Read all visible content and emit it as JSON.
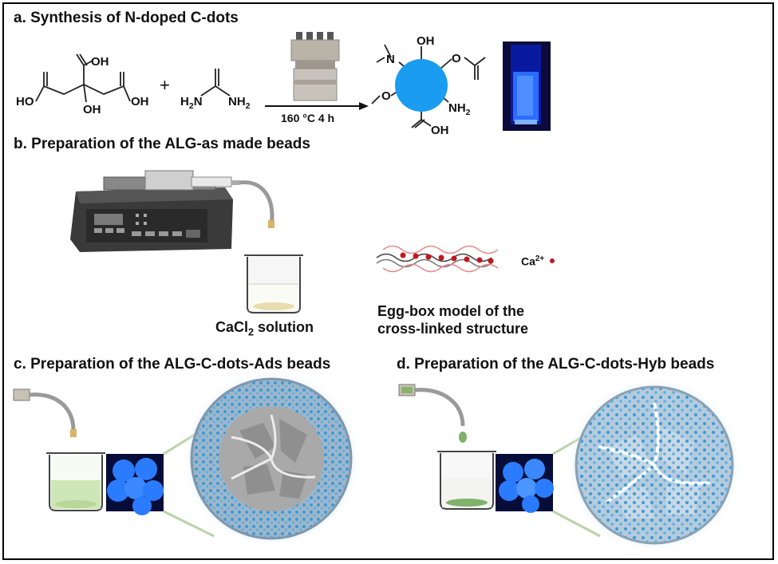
{
  "sections": {
    "a_title": "a. Synthesis of N-doped C-dots",
    "b_title": "b. Preparation of the ALG-as made beads",
    "c_title": "c. Preparation of the ALG-C-dots-Ads beads",
    "d_title": "d. Preparation of the ALG-C-dots-Hyb beads"
  },
  "synthesis": {
    "citric_oh_top": "OH",
    "citric_ho_left": "HO",
    "citric_oh_right": "OH",
    "citric_oh_bottom": "OH",
    "plus": "+",
    "urea_h2n": "H",
    "urea_h2n_sub": "2",
    "urea_h2n_n": "N",
    "urea_nh2_n": "NH",
    "urea_nh2_sub": "2",
    "condition": "160 °C  4 h",
    "cdot_oh_top": "OH",
    "cdot_n": "N",
    "cdot_o_right": "O",
    "cdot_o_left": "O",
    "cdot_nh2": "NH",
    "cdot_nh2_sub": "2",
    "cdot_oh_bottom": "OH"
  },
  "beads": {
    "cacl2_label_a": "CaCl",
    "cacl2_sub": "2",
    "cacl2_label_b": " solution",
    "ca_ion": "Ca",
    "ca_sup": "2+",
    "eggbox_line1": "Egg-box model of the",
    "eggbox_line2": "cross-linked structure"
  },
  "colors": {
    "cdot_blue": "#1a9cf0",
    "fluorescent_blue": "#2b6cff",
    "ca_red": "#c0181b",
    "dot_blue": "#3a9ad9",
    "bead_green": "#9ccf7a",
    "line_green": "#b9d3a8"
  }
}
